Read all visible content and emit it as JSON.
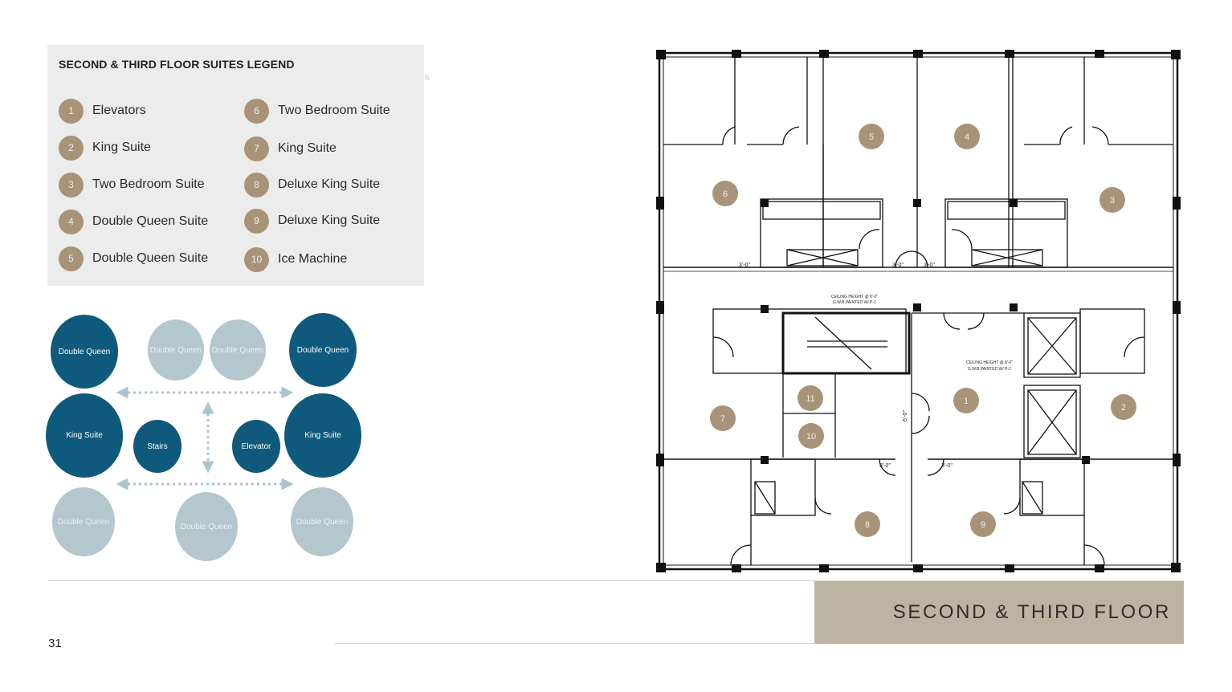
{
  "legend": {
    "title": "SECOND & THIRD FLOOR SUITES LEGEND",
    "items": [
      {
        "num": "1",
        "label": "Elevators"
      },
      {
        "num": "2",
        "label": "King Suite"
      },
      {
        "num": "3",
        "label": "Two Bedroom Suite"
      },
      {
        "num": "4",
        "label": "Double Queen Suite"
      },
      {
        "num": "5",
        "label": "Double Queen Suite"
      },
      {
        "num": "6",
        "label": "Two Bedroom Suite"
      },
      {
        "num": "7",
        "label": "King Suite"
      },
      {
        "num": "8",
        "label": "Deluxe King Suite"
      },
      {
        "num": "9",
        "label": "Deluxe King Suite"
      },
      {
        "num": "10",
        "label": "Ice Machine"
      }
    ],
    "stray_mark": "6"
  },
  "diagram": {
    "double_queen": "Double Queen",
    "king_suite": "King Suite",
    "stairs": "Stairs",
    "elevator": "Elevator"
  },
  "plan": {
    "note_ceiling": "CEILING HEIGHT @ 8'-0\"",
    "note_gwb": "G.W.B PAINTED W/ P-2",
    "dim_3_0": "3'-0\"",
    "dim_6_0": "6'-0\"",
    "markers": [
      "1",
      "2",
      "3",
      "4",
      "5",
      "6",
      "7",
      "8",
      "9",
      "10",
      "11"
    ]
  },
  "footer": {
    "section_title": "SECOND & THIRD FLOOR",
    "page_number": "31"
  },
  "colors": {
    "marker_tan": "#a89379",
    "bubble_dark": "#0f5a7c",
    "bubble_light": "#b4c6ce",
    "title_box": "#bdb3a2",
    "legend_bg": "#ececec"
  }
}
